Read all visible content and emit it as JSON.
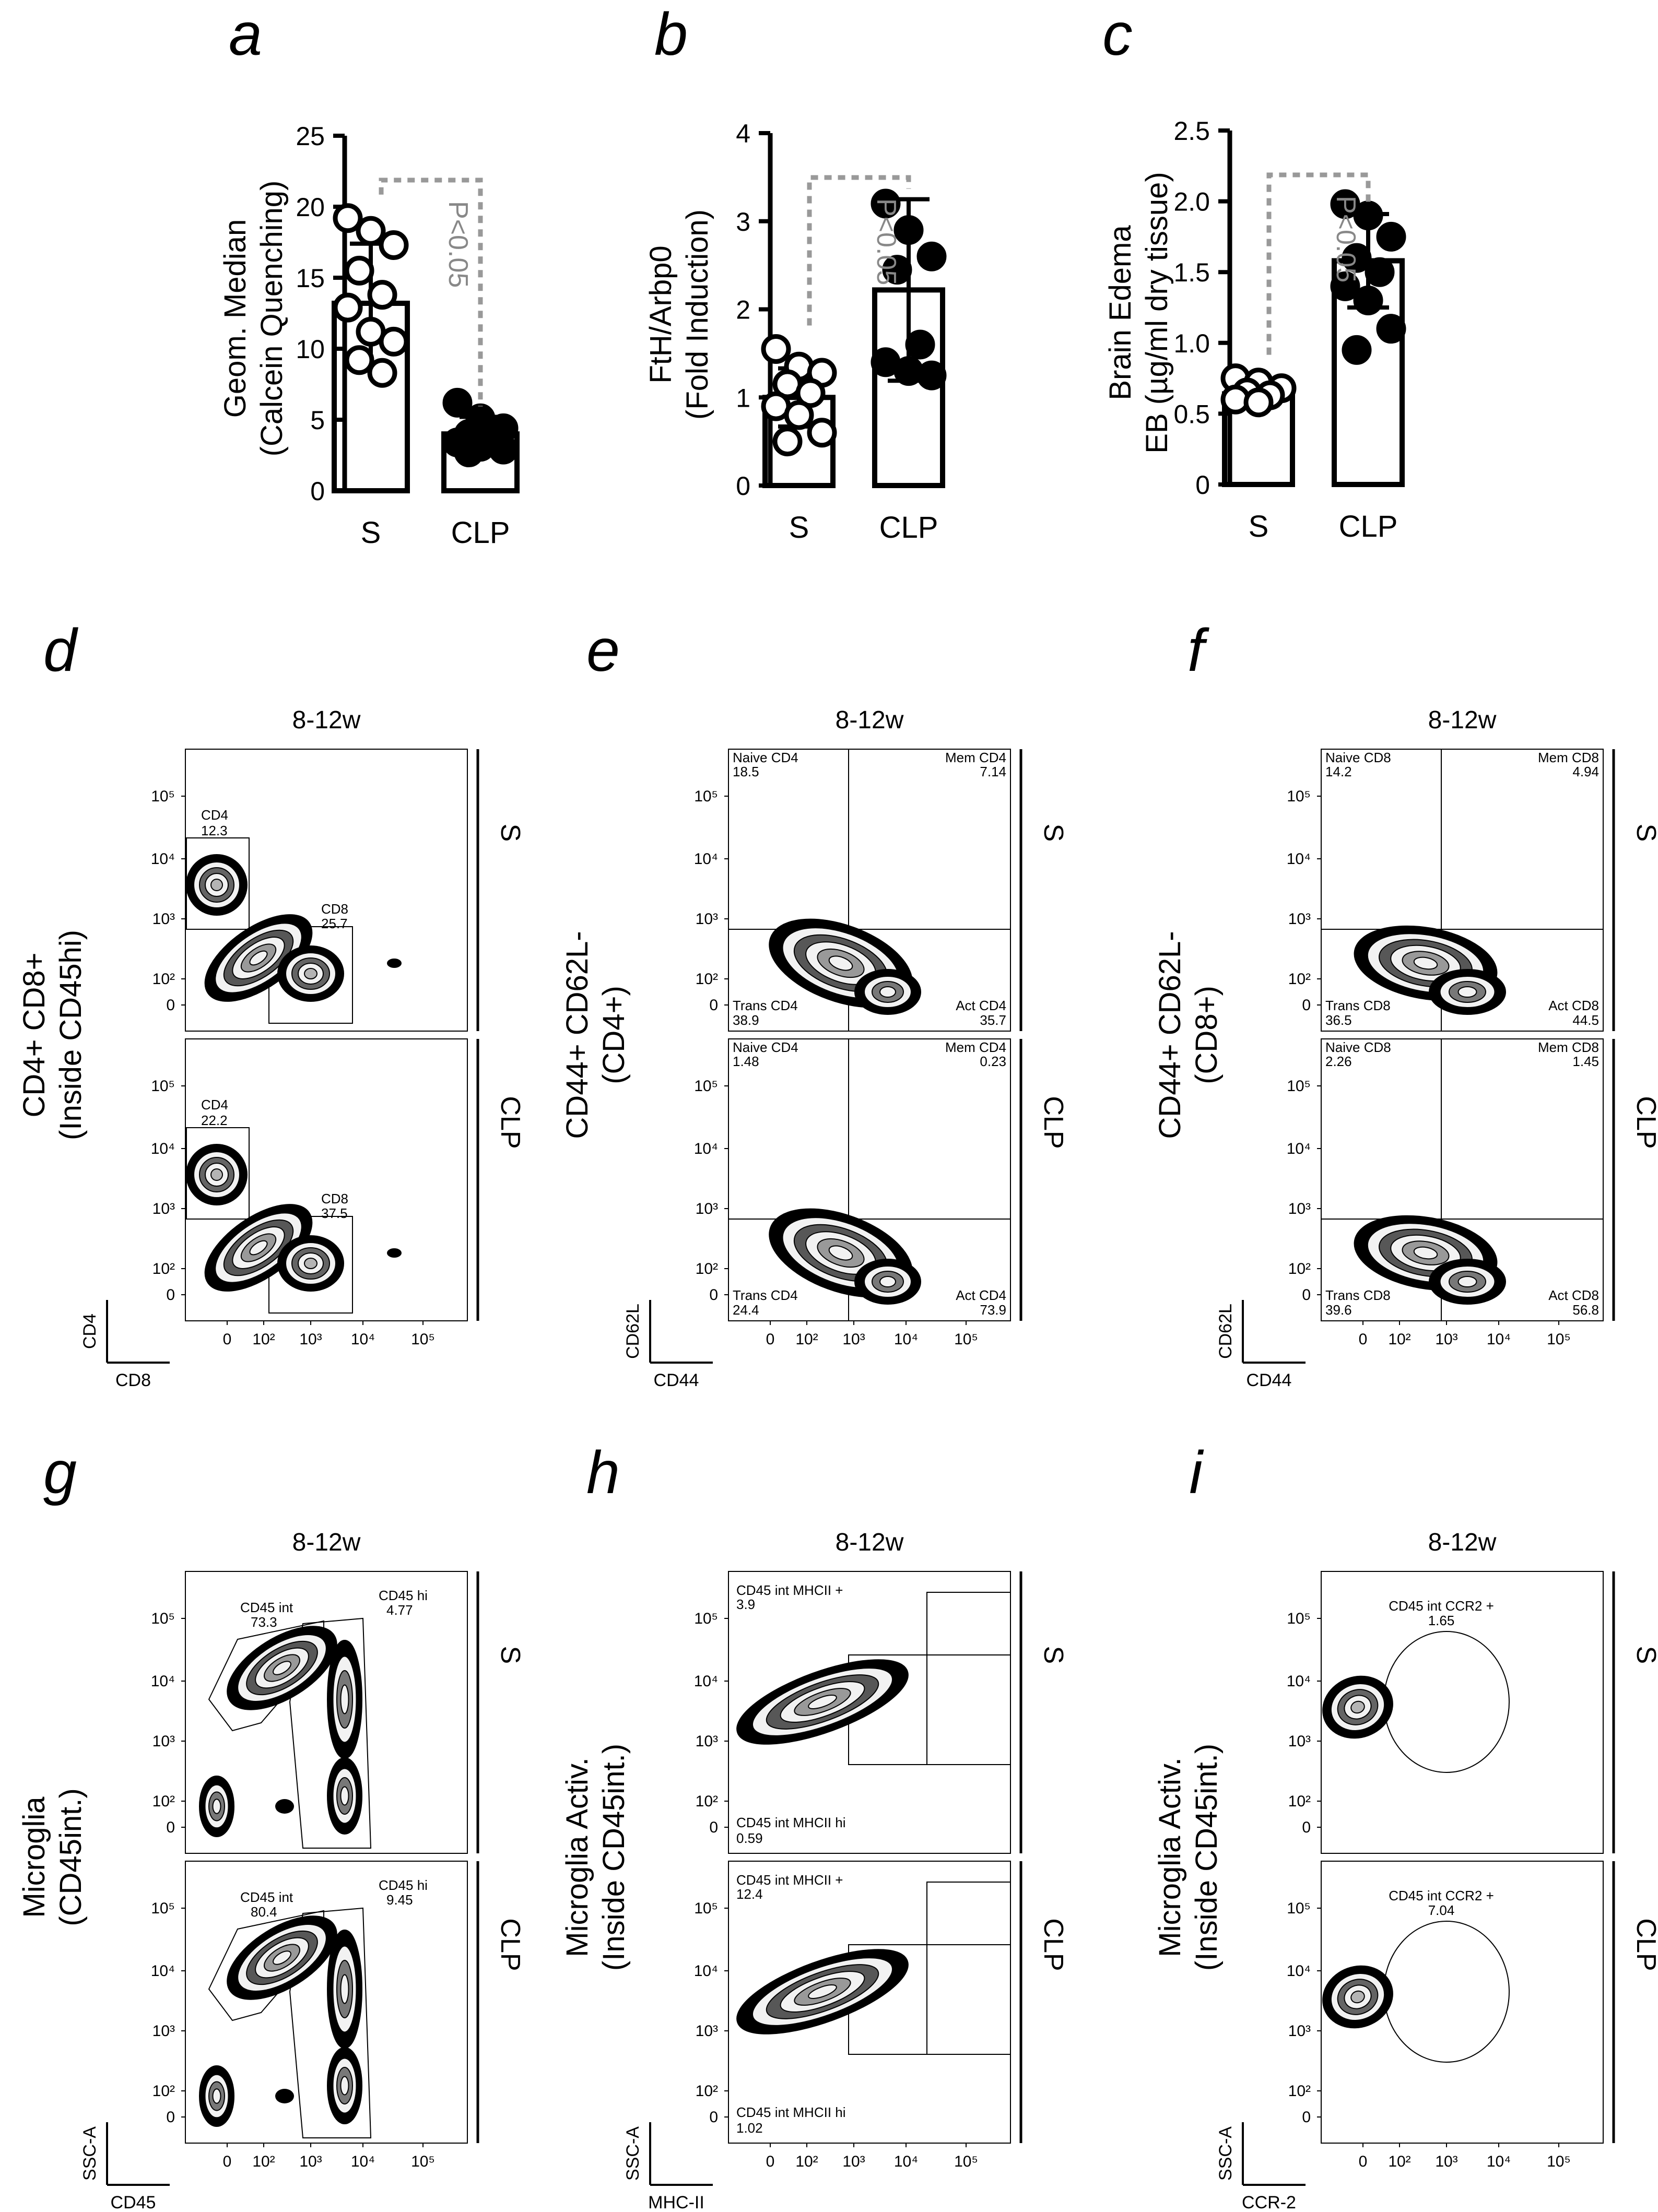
{
  "chart_data": [
    {
      "id": "a",
      "type": "bar",
      "panel_label": "a",
      "categories": [
        "S",
        "CLP"
      ],
      "ylabel": [
        "Geom. Median",
        "(Calcein Quenching)"
      ],
      "ylim": [
        0,
        25
      ],
      "yticks": [
        0,
        5,
        10,
        15,
        20,
        25
      ],
      "means": [
        13.2,
        4.0
      ],
      "sd": [
        4.2,
        1.2
      ],
      "series": [
        {
          "name": "S",
          "values": [
            19.2,
            18.3,
            17.3,
            15.5,
            13.8,
            12.9,
            11.2,
            10.5,
            9.2,
            8.3
          ]
        },
        {
          "name": "CLP",
          "values": [
            6.2,
            5.1,
            4.4,
            4.0,
            3.7,
            3.4,
            3.1,
            2.9,
            2.7
          ]
        }
      ],
      "annotation": "P<0.05"
    },
    {
      "id": "b",
      "type": "bar",
      "panel_label": "b",
      "categories": [
        "S",
        "CLP"
      ],
      "ylabel": [
        "FtH/Arbp0",
        "(Fold Induction)"
      ],
      "ylim": [
        0,
        4
      ],
      "yticks": [
        0,
        1,
        2,
        3,
        4
      ],
      "means": [
        1.0,
        2.22
      ],
      "sd": [
        0.33,
        1.03
      ],
      "series": [
        {
          "name": "S",
          "values": [
            1.55,
            1.35,
            1.28,
            1.15,
            1.05,
            0.9,
            0.8,
            0.6,
            0.5
          ]
        },
        {
          "name": "CLP",
          "values": [
            3.2,
            2.9,
            2.6,
            2.45,
            1.6,
            1.4,
            1.3,
            1.25
          ]
        }
      ],
      "annotation": "P<0.05"
    },
    {
      "id": "c",
      "type": "bar",
      "panel_label": "c",
      "categories": [
        "S",
        "CLP"
      ],
      "ylabel": [
        "Brain Edema",
        "EB (µg/ml dry tissue)"
      ],
      "ylim": [
        0,
        2.5
      ],
      "yticks": [
        "0",
        "0.5",
        "1.0",
        "1.5",
        "2.0",
        "2.5"
      ],
      "means": [
        0.64,
        1.58
      ],
      "sd": [
        0.08,
        0.33
      ],
      "series": [
        {
          "name": "S",
          "values": [
            0.75,
            0.72,
            0.68,
            0.65,
            0.63,
            0.6,
            0.58
          ]
        },
        {
          "name": "CLP",
          "values": [
            1.98,
            1.9,
            1.75,
            1.6,
            1.5,
            1.4,
            1.3,
            1.1,
            0.95
          ]
        }
      ],
      "annotation": "P<0.05"
    },
    {
      "id": "d",
      "type": "flow",
      "panel_label": "d",
      "title": "8-12w",
      "ylabel": [
        "CD4+ CD8+",
        "(Inside CD45hi)"
      ],
      "xaxis": "CD8",
      "yaxis": "CD4",
      "plots": [
        {
          "cond": "S",
          "gates": [
            {
              "name": "CD4",
              "value": "12.3"
            },
            {
              "name": "CD8",
              "value": "25.7"
            }
          ]
        },
        {
          "cond": "CLP",
          "gates": [
            {
              "name": "CD4",
              "value": "22.2"
            },
            {
              "name": "CD8",
              "value": "37.5"
            }
          ]
        }
      ]
    },
    {
      "id": "e",
      "type": "flow",
      "panel_label": "e",
      "title": "8-12w",
      "ylabel": [
        "CD44+ CD62L-",
        "(CD4+)"
      ],
      "xaxis": "CD44",
      "yaxis": "CD62L",
      "plots": [
        {
          "cond": "S",
          "gates": [
            {
              "name": "Naive CD4",
              "value": "18.5"
            },
            {
              "name": "Mem CD4",
              "value": "7.14"
            },
            {
              "name": "Trans CD4",
              "value": "38.9"
            },
            {
              "name": "Act CD4",
              "value": "35.7"
            }
          ]
        },
        {
          "cond": "CLP",
          "gates": [
            {
              "name": "Naive CD4",
              "value": "1.48"
            },
            {
              "name": "Mem CD4",
              "value": "0.23"
            },
            {
              "name": "Trans CD4",
              "value": "24.4"
            },
            {
              "name": "Act CD4",
              "value": "73.9"
            }
          ]
        }
      ]
    },
    {
      "id": "f",
      "type": "flow",
      "panel_label": "f",
      "title": "8-12w",
      "ylabel": [
        "CD44+ CD62L-",
        "(CD8+)"
      ],
      "xaxis": "CD44",
      "yaxis": "CD62L",
      "plots": [
        {
          "cond": "S",
          "gates": [
            {
              "name": "Naive CD8",
              "value": "14.2"
            },
            {
              "name": "Mem CD8",
              "value": "4.94"
            },
            {
              "name": "Trans CD8",
              "value": "36.5"
            },
            {
              "name": "Act CD8",
              "value": "44.5"
            }
          ]
        },
        {
          "cond": "CLP",
          "gates": [
            {
              "name": "Naive CD8",
              "value": "2.26"
            },
            {
              "name": "Mem CD8",
              "value": "1.45"
            },
            {
              "name": "Trans CD8",
              "value": "39.6"
            },
            {
              "name": "Act CD8",
              "value": "56.8"
            }
          ]
        }
      ]
    },
    {
      "id": "g",
      "type": "flow",
      "panel_label": "g",
      "title": "8-12w",
      "ylabel": [
        "Microglia",
        "(CD45int.)"
      ],
      "xaxis": "CD45",
      "yaxis": "SSC-A",
      "plots": [
        {
          "cond": "S",
          "gates": [
            {
              "name": "CD45 int",
              "value": "73.3"
            },
            {
              "name": "CD45 hi",
              "value": "4.77"
            }
          ]
        },
        {
          "cond": "CLP",
          "gates": [
            {
              "name": "CD45 int",
              "value": "80.4"
            },
            {
              "name": "CD45 hi",
              "value": "9.45"
            }
          ]
        }
      ]
    },
    {
      "id": "h",
      "type": "flow",
      "panel_label": "h",
      "title": "8-12w",
      "ylabel": [
        "Microglia Activ.",
        "(Inside CD45int.)"
      ],
      "xaxis": "MHC-II",
      "yaxis": "SSC-A",
      "plots": [
        {
          "cond": "S",
          "gates": [
            {
              "name": "CD45 int MHCII +",
              "value": "3.9"
            },
            {
              "name": "CD45 int MHCII hi",
              "value": "0.59"
            }
          ]
        },
        {
          "cond": "CLP",
          "gates": [
            {
              "name": "CD45 int MHCII +",
              "value": "12.4"
            },
            {
              "name": "CD45 int MHCII hi",
              "value": "1.02"
            }
          ]
        }
      ]
    },
    {
      "id": "i",
      "type": "flow",
      "panel_label": "i",
      "title": "8-12w",
      "ylabel": [
        "Microglia Activ.",
        "(Inside CD45int.)"
      ],
      "xaxis": "CCR-2",
      "yaxis": "SSC-A",
      "plots": [
        {
          "cond": "S",
          "gates": [
            {
              "name": "CD45 int CCR2 +",
              "value": "1.65"
            }
          ]
        },
        {
          "cond": "CLP",
          "gates": [
            {
              "name": "CD45 int CCR2 +",
              "value": "7.04"
            }
          ]
        }
      ]
    }
  ],
  "flow_ticks": {
    "x": [
      "0",
      "10²",
      "10³",
      "10⁴",
      "10⁵"
    ],
    "y": [
      "0",
      "10²",
      "10³",
      "10⁴",
      "10⁵"
    ]
  }
}
